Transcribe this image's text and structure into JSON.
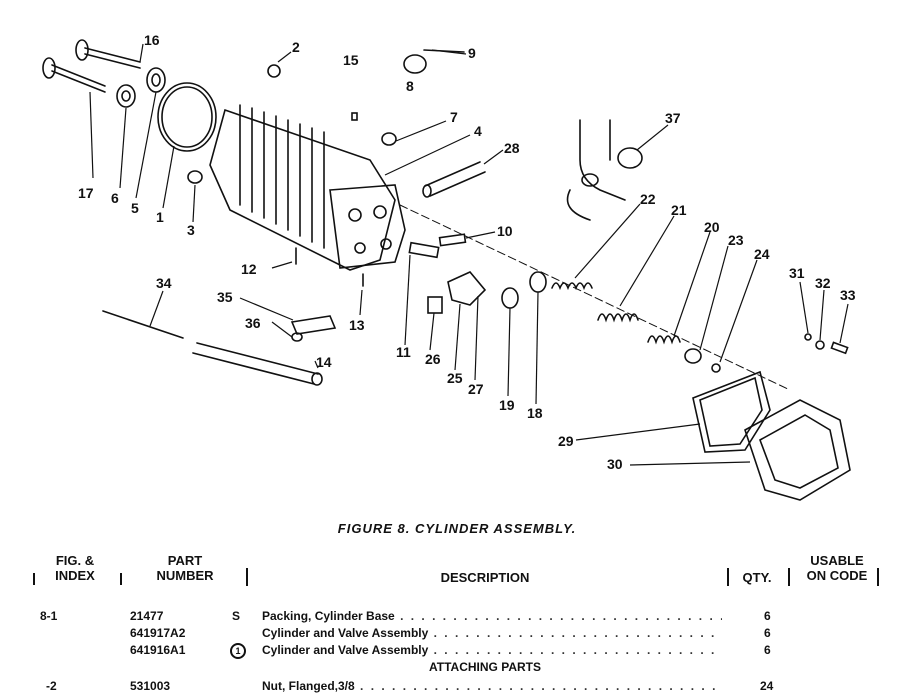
{
  "figure": {
    "caption": "FIGURE 8.  CYLINDER ASSEMBLY.",
    "callouts": [
      "1",
      "2",
      "3",
      "4",
      "5",
      "6",
      "7",
      "8",
      "9",
      "10",
      "11",
      "12",
      "13",
      "14",
      "15",
      "16",
      "17",
      "18",
      "19",
      "20",
      "21",
      "22",
      "23",
      "24",
      "25",
      "26",
      "27",
      "28",
      "29",
      "30",
      "31",
      "32",
      "33",
      "34",
      "35",
      "36",
      "37"
    ]
  },
  "table": {
    "headers": {
      "fig_index": "FIG. &\nINDEX",
      "part_number": "PART\nNUMBER",
      "description": "DESCRIPTION",
      "qty": "QTY.",
      "usable": "USABLE\nON CODE"
    },
    "rows": [
      {
        "index": "8-1",
        "part": "21477",
        "mark": "S",
        "description": "Packing, Cylinder Base",
        "qty": "6"
      },
      {
        "index": "",
        "part": "641917A2",
        "mark": "",
        "description": "Cylinder and Valve Assembly",
        "qty": "6"
      },
      {
        "index": "",
        "part": "641916A1",
        "mark": "circle",
        "description": "Cylinder and Valve Assembly",
        "qty": "6"
      },
      {
        "index": "",
        "part": "",
        "mark": "",
        "description": "ATTACHING PARTS",
        "qty": ""
      },
      {
        "index": "-2",
        "part": "531003",
        "mark": "",
        "description": "Nut, Flanged,3/8",
        "qty": "24"
      }
    ]
  }
}
